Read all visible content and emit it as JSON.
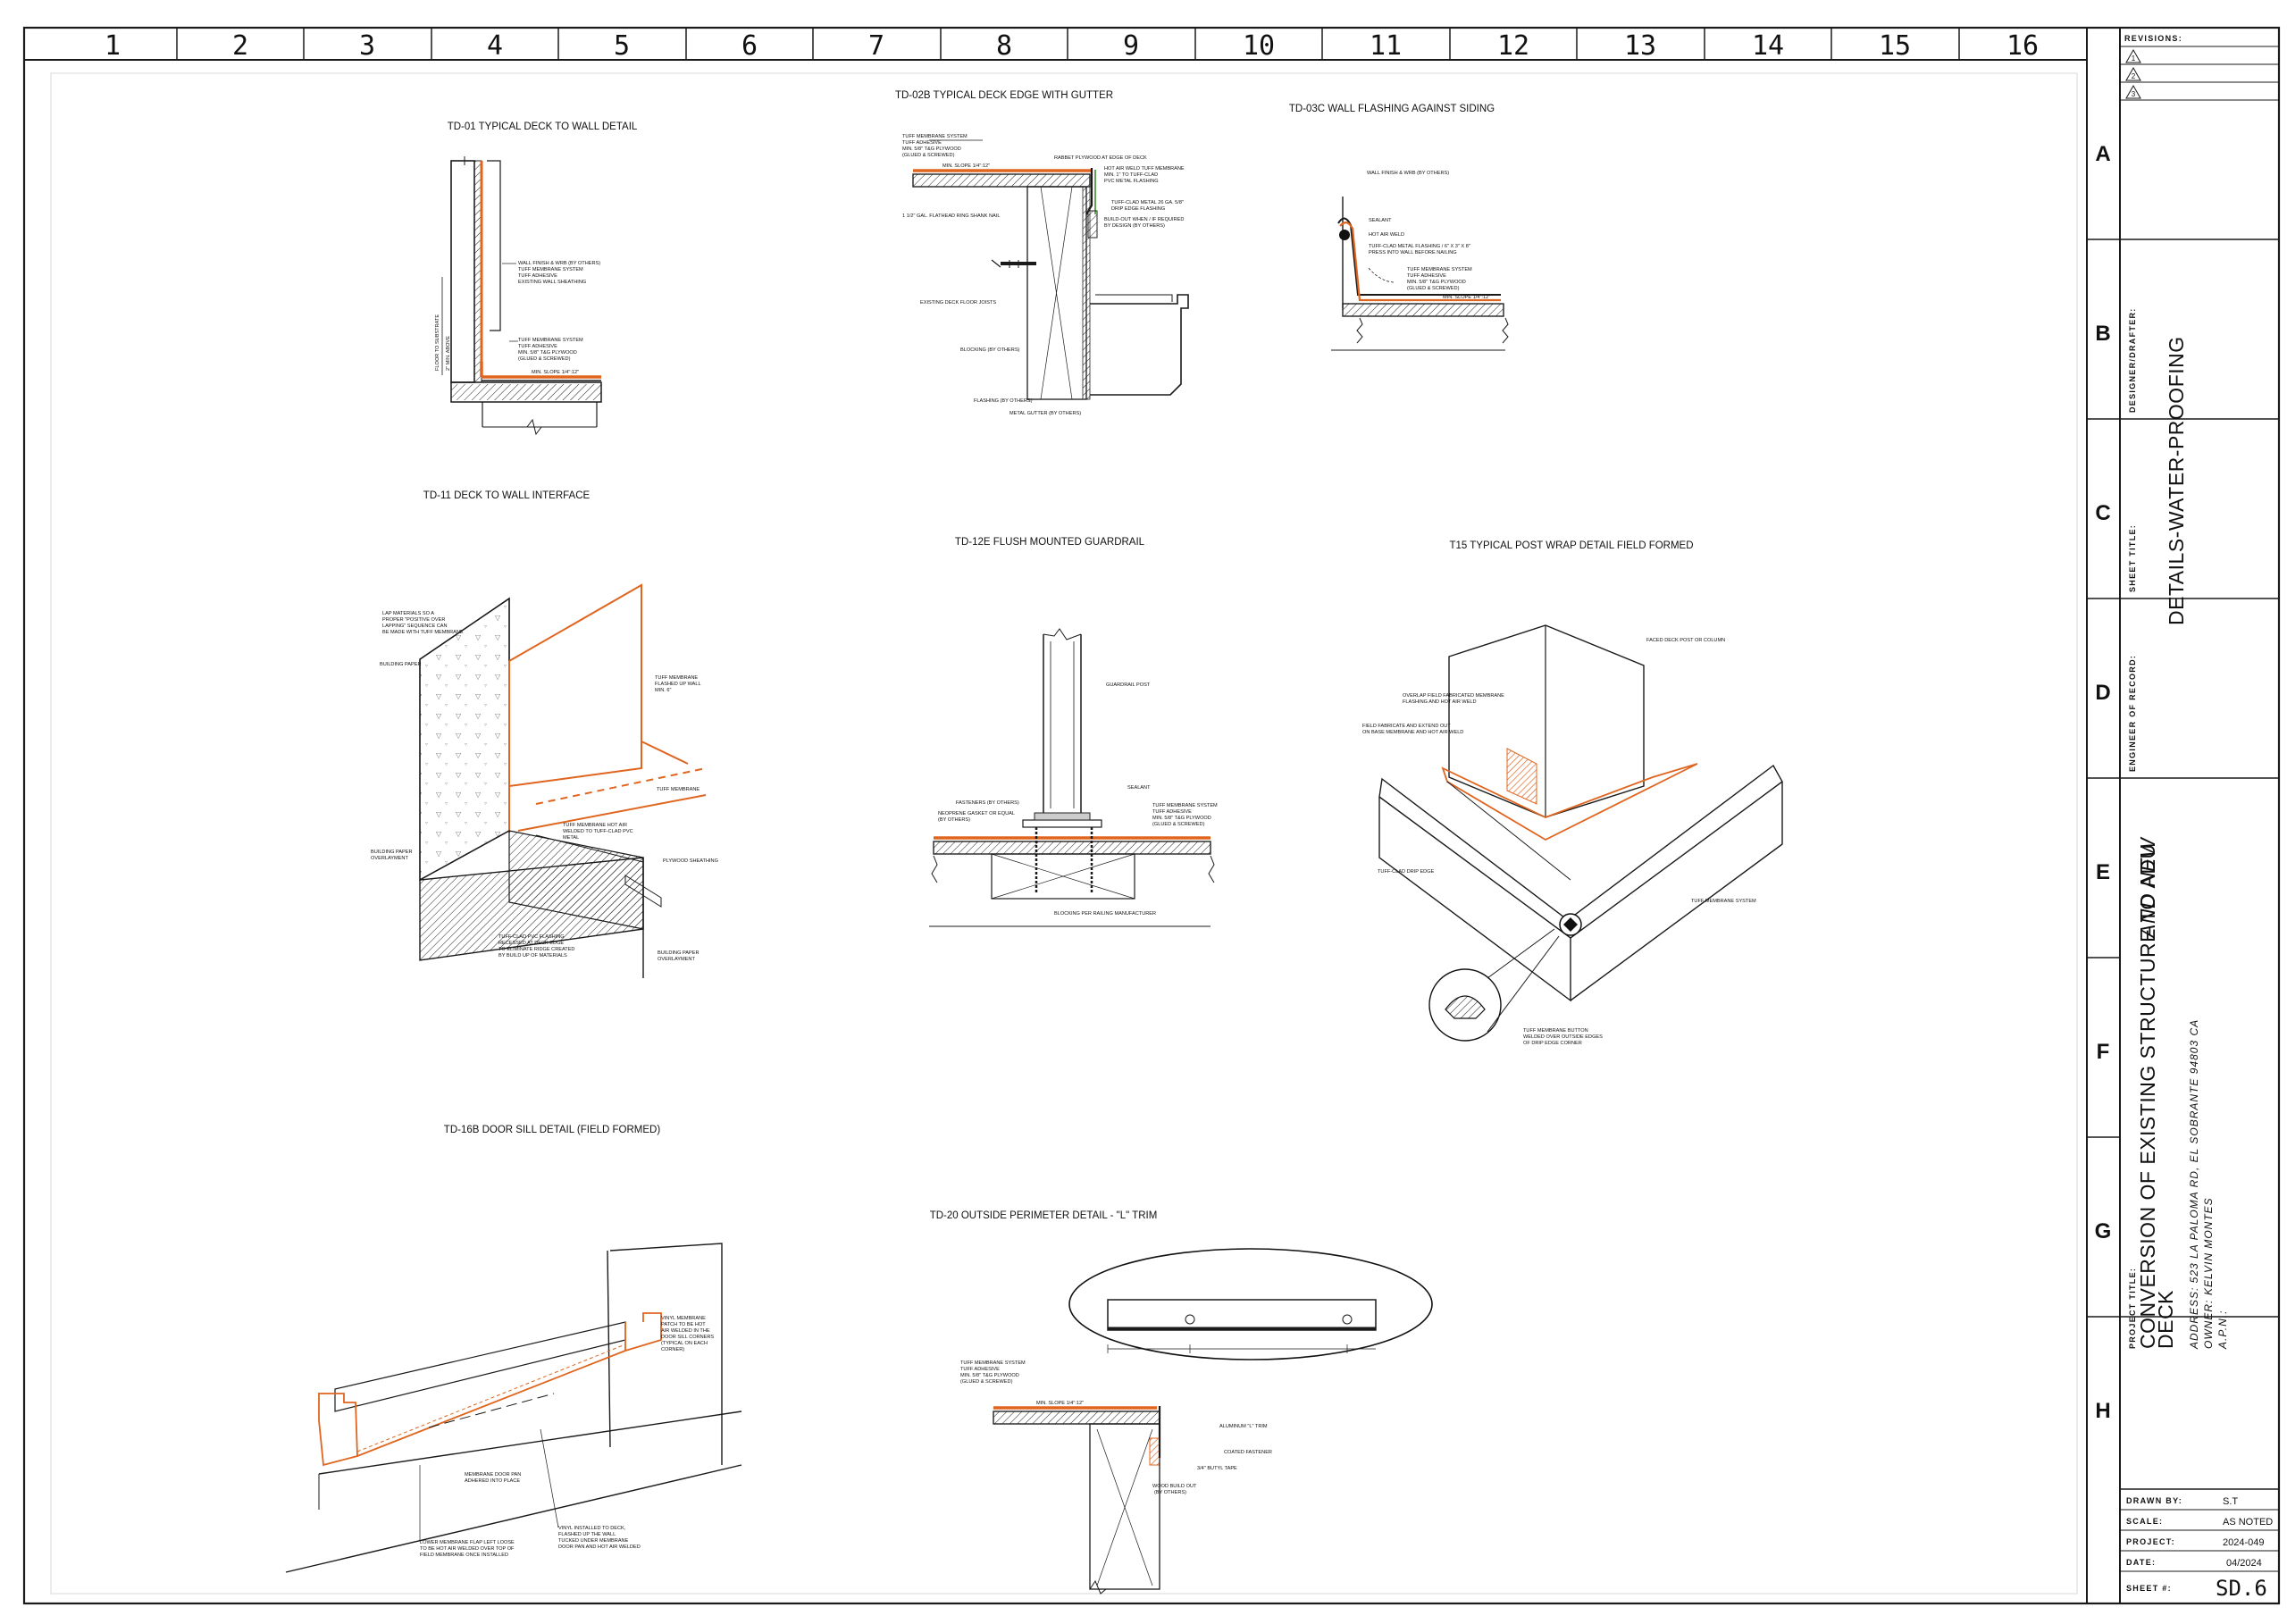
{
  "grid": {
    "columns": [
      "1",
      "2",
      "3",
      "4",
      "5",
      "6",
      "7",
      "8",
      "9",
      "10",
      "11",
      "12",
      "13",
      "14",
      "15",
      "16"
    ],
    "rows": [
      "A",
      "B",
      "C",
      "D",
      "E",
      "F",
      "G",
      "H"
    ]
  },
  "details": {
    "td01": {
      "title": "TD-01 TYPICAL DECK TO WALL DETAIL",
      "notes": [
        "WALL FINISH & WRB (BY OTHERS)",
        "TUFF MEMBRANE SYSTEM",
        "TUFF ADHESIVE",
        "EXISTING WALL SHEATHING",
        "TUFF MEMBRANE SYSTEM",
        "TUFF ADHESIVE",
        "MIN. 5/8\" T&G PLYWOOD",
        "(GLUED & SCREWED)",
        "MIN. SLOPE 1/4\":12\""
      ],
      "dims": [
        "FLOOR TO SUBSTRATE",
        "2\" MIN. ABOVE"
      ]
    },
    "td02b": {
      "title": "TD-02B TYPICAL DECK EDGE WITH GUTTER",
      "notes": [
        "TUFF MEMBRANE SYSTEM",
        "TUFF ADHESIVE",
        "MIN. 5/8\" T&G PLYWOOD",
        "(GLUED & SCREWED)",
        "RABBET PLYWOOD AT EDGE OF DECK",
        "HOT AIR WELD TUFF MEMBRANE",
        "MIN. 1\" TO TUFF-CLAD",
        "PVC METAL FLASHING",
        "MIN. SLOPE 1/4\":12\"",
        "TUFF-CLAD METAL 26 GA. 5/8\"",
        "DRIP EDGE FLASHING",
        "1 1/2\" GAL. FLATHEAD RING SHANK NAIL",
        "BUILD-OUT WHEN / IF REQUIRED",
        "BY DESIGN (BY OTHERS)",
        "EXISTING DECK FLOOR JOISTS",
        "BLOCKING (BY OTHERS)",
        "FLASHING (BY OTHERS)",
        "METAL GUTTER (BY OTHERS)"
      ]
    },
    "td03c": {
      "title": "TD-03C WALL FLASHING AGAINST SIDING",
      "notes": [
        "WALL FINISH & WRB (BY OTHERS)",
        "SEALANT",
        "HOT AIR WELD",
        "TUFF-CLAD METAL FLASHING / 6\" X 3\" X 8\"",
        "PRESS INTO WALL BEFORE NAILING",
        "TUFF MEMBRANE SYSTEM",
        "TUFF ADHESIVE",
        "MIN. 5/8\" T&G PLYWOOD",
        "(GLUED & SCREWED)",
        "MIN. SLOPE 1/4\":12\""
      ]
    },
    "td11": {
      "title": "TD-11 DECK TO WALL INTERFACE",
      "notes": [
        "LAP MATERIALS SO A",
        "PROPER \"POSITIVE OVER",
        "LAPPING\" SEQUENCE CAN",
        "BE MADE WITH TUFF MEMBRANE",
        "BUILDING PAPER",
        "TUFF MEMBRANE",
        "FLASHED UP WALL",
        "MIN. 6\"",
        "TUFF MEMBRANE",
        "TUFF MEMBRANE HOT AIR",
        "WELDED TO TUFF-CLAD PVC",
        "METAL",
        "BUILDING PAPER",
        "OVERLAYMENT",
        "PLYWOOD SHEATHING",
        "TUFF-CLAD PVC FLASHING",
        "RECESSED AT DECK EDGE",
        "TO ELIMINATE RIDGE CREATED",
        "BY BUILD UP OF MATERIALS",
        "BUILDING PAPER",
        "OVERLAYMENT"
      ]
    },
    "td12e": {
      "title": "TD-12E FLUSH MOUNTED GUARDRAIL",
      "notes": [
        "GUARDRAIL POST",
        "SEALANT",
        "FASTENERS (BY OTHERS)",
        "NEOPRENE GASKET OR EQUAL",
        "(BY OTHERS)",
        "TUFF MEMBRANE SYSTEM",
        "TUFF ADHESIVE",
        "MIN. 5/8\" T&G PLYWOOD",
        "(GLUED & SCREWED)",
        "BLOCKING PER RAILING MANUFACTURER"
      ]
    },
    "t15": {
      "title": "T15 TYPICAL POST WRAP DETAIL FIELD FORMED",
      "notes": [
        "FACED DECK POST OR COLUMN",
        "OVERLAP FIELD FABRICATED MEMBRANE",
        "FLASHING AND HOT AIR WELD",
        "FIELD FABRICATE AND EXTEND OUT",
        "ON BASE MEMBRANE AND HOT AIR WELD",
        "TUFF-CLAD DRIP EDGE",
        "TUFF MEMBRANE SYSTEM",
        "TUFF MEMBRANE BUTTON",
        "WELDED OVER OUTSIDE EDGES",
        "OF DRIP EDGE CORNER"
      ]
    },
    "td16b": {
      "title": "TD-16B DOOR SILL DETAIL (FIELD FORMED)",
      "notes": [
        "VINYL MEMBRANE",
        "PATCH TO BE HOT",
        "AIR WELDED IN THE",
        "DOOR SILL CORNERS",
        "(TYPICAL ON EACH",
        "CORNER)",
        "MEMBRANE DOOR PAN",
        "ADHERED INTO PLACE",
        "LOWER MEMBRANE FLAP LEFT LOOSE",
        "TO BE HOT AIR WELDED OVER TOP OF",
        "FIELD MEMBRANE ONCE INSTALLED",
        "VINYL INSTALLED TO DECK,",
        "FLASHED UP THE WALL",
        "TUCKED UNDER MEMBRANE",
        "DOOR PAN AND HOT AIR WELDED"
      ]
    },
    "td20": {
      "title": "TD-20 OUTSIDE PERIMETER DETAIL - \"L\" TRIM",
      "notes": [
        "TUFF MEMBRANE SYSTEM",
        "TUFF ADHESIVE",
        "MIN. 5/8\" T&G PLYWOOD",
        "(GLUED & SCREWED)",
        "MIN. SLOPE 1/4\":12\"",
        "ALUMINUM \"L\" TRIM",
        "COATED FASTENER",
        "3/4\" BUTYL TAPE",
        "WOOD BUILD OUT",
        "(BY OTHERS)"
      ]
    }
  },
  "title_block": {
    "revisions_label": "REVISIONS:",
    "revisions": [
      "1",
      "2",
      "3"
    ],
    "designer_label": "DESIGNER/DRAFTER:",
    "sheet_title_label": "SHEET TITLE:",
    "sheet_title": "DETAILS-WATER-PROOFING",
    "engineer_label": "ENGINEER OF RECORD:",
    "project_title_label": "PROJECT TITLE:",
    "project_title_line1": "CONVERSION OF EXISTING STRUCTURE TO ADU",
    "project_title_and_new": "AND  NEW",
    "project_title_line2": "DECK",
    "address": "ADDRESS:   523 LA PALOMA RD, EL SOBRANTE 94803 CA",
    "owner_label": "OWNER:",
    "owner": "KELVIN MONTES",
    "apn_label": "A.P.N.:",
    "drawn_by_label": "DRAWN BY:",
    "drawn_by": "S.T",
    "scale_label": "SCALE:",
    "scale": "AS NOTED",
    "project_label": "PROJECT:",
    "project": "2024-049",
    "date_label": "DATE:",
    "date": "04/2024",
    "sheet_label": "SHEET #:",
    "sheet": "SD.6"
  },
  "colors": {
    "line": "#1a1a1a",
    "membrane": "#e0651f",
    "paper": "#ffffff"
  }
}
